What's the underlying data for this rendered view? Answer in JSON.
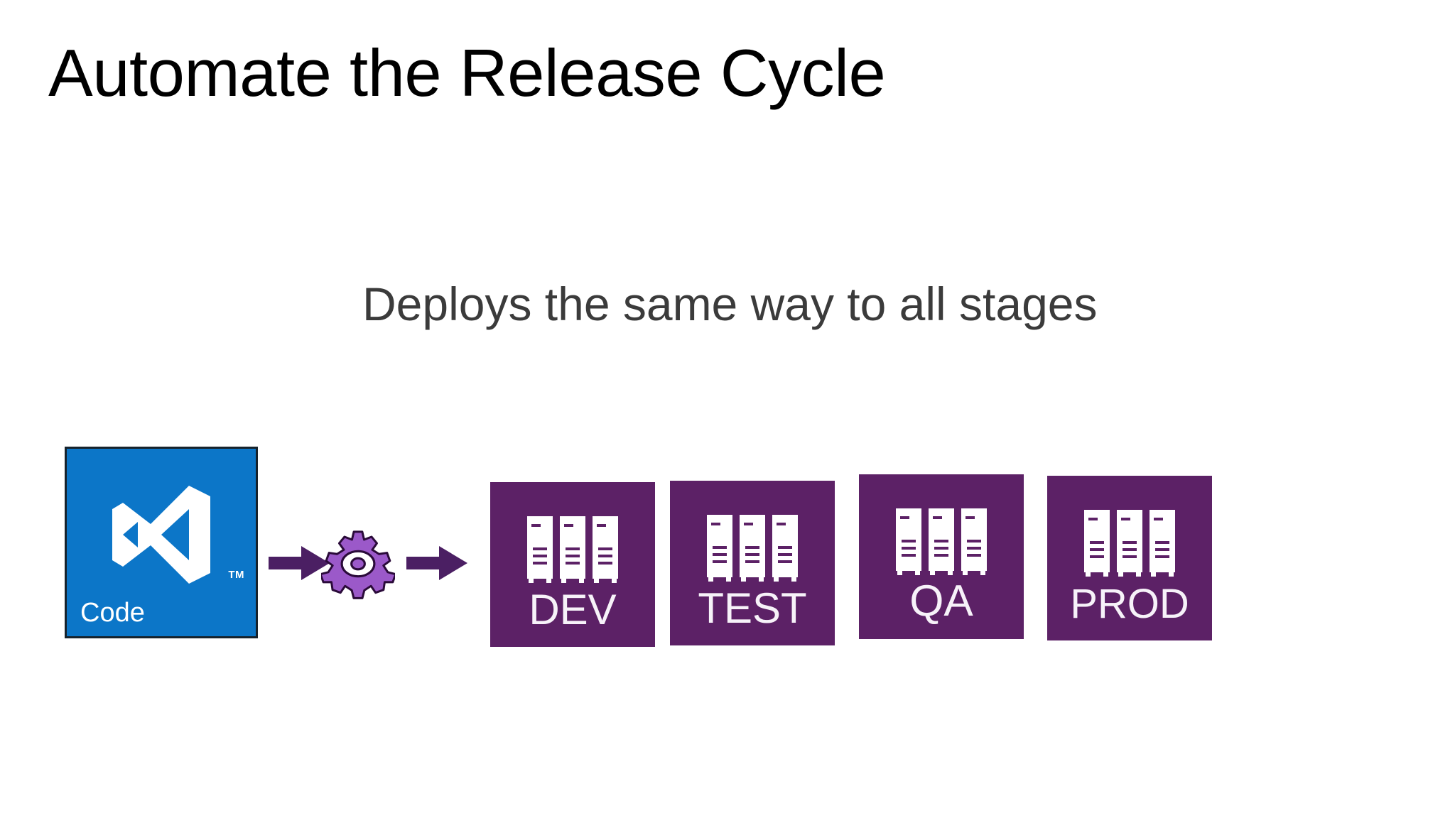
{
  "slide": {
    "title": "Automate the Release Cycle",
    "subtitle": "Deploys the same way to all stages",
    "background_color": "#FFFFFF",
    "title_color": "#000000",
    "subtitle_color": "#3B3B3B"
  },
  "pipeline": {
    "source": {
      "label": "Code",
      "trademark": "TM",
      "icon": "visual-studio-logo",
      "tile_color": "#0C76C8",
      "border_color": "#16222C",
      "text_color": "#FFFFFF"
    },
    "connector_1": {
      "icon": "right-arrow-icon",
      "color": "#4B1F63"
    },
    "build": {
      "icon": "gear-icon",
      "fill_color": "#9B59C9",
      "outline_color": "#2B0B3A",
      "hub_color": "#9B59C9"
    },
    "connector_2": {
      "icon": "right-arrow-icon",
      "color": "#4B1F63"
    },
    "stages": [
      {
        "label": "DEV",
        "icon": "server-rack-icon",
        "server_count": 3,
        "tile_color": "#5C2166",
        "text_color": "#F7F2F9"
      },
      {
        "label": "TEST",
        "icon": "server-rack-icon",
        "server_count": 3,
        "tile_color": "#5C2166",
        "text_color": "#F7F2F9"
      },
      {
        "label": "QA",
        "icon": "server-rack-icon",
        "server_count": 3,
        "tile_color": "#5C2166",
        "text_color": "#F7F2F9"
      },
      {
        "label": "PROD",
        "icon": "server-rack-icon",
        "server_count": 3,
        "tile_color": "#5C2166",
        "text_color": "#F7F2F9"
      }
    ]
  }
}
